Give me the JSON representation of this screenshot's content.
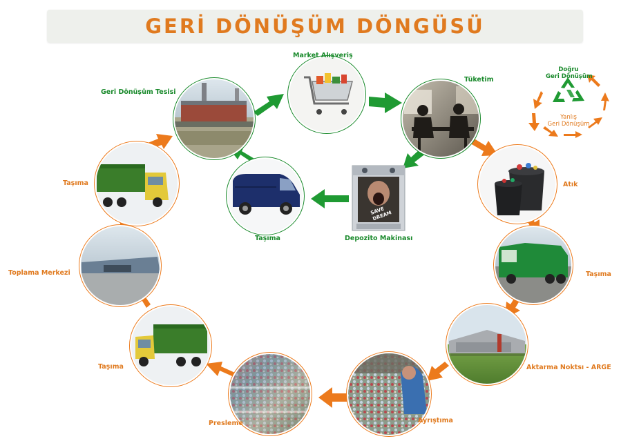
{
  "title": "GERİ DÖNÜŞÜM DÖNGÜSÜ",
  "colors": {
    "green": "#1a8a2c",
    "orange": "#e87b1c",
    "title": "#e07a1f"
  },
  "inner_cycle": {
    "market": "Market Alışveriş",
    "tuketim": "Tüketim",
    "depozito": "Depozito Makinası",
    "tasima_van": "Taşıma",
    "tesis": "Geri Dönüşüm Tesisi"
  },
  "outer_cycle": {
    "atik": "Atık",
    "tasima_1": "Taşıma",
    "aktarma": "Aktarma Noktsı - ARGE",
    "ayristirma": "Ayrıştıma",
    "presleme": "Presleme",
    "tasima_2": "Taşıma",
    "toplama": "Toplama Merkezi",
    "tasima_3": "Taşıma"
  },
  "legend": {
    "correct": [
      "Doğru",
      "Geri Dönüşüm"
    ],
    "wrong": [
      "Yanlış",
      "Geri Dönüşüm"
    ],
    "icon": "recycle-icon"
  },
  "machine_sign": [
    "SAVE",
    "DREAM"
  ]
}
